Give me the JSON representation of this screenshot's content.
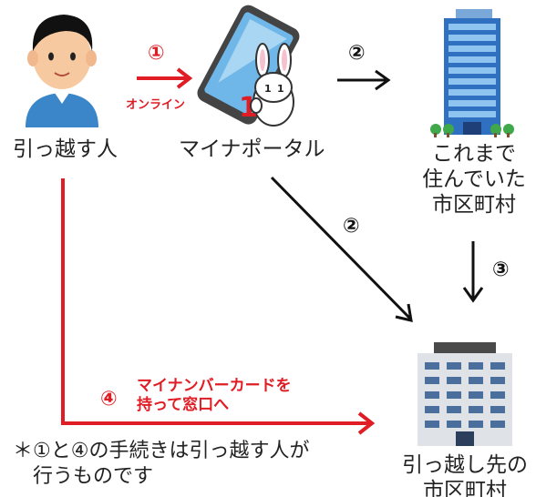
{
  "person": {
    "label": "引っ越す人"
  },
  "portal": {
    "label": "マイナポータル"
  },
  "old_city": {
    "lines": [
      "これまで",
      "住んでいた",
      "市区町村"
    ]
  },
  "new_city": {
    "lines": [
      "引っ越し先の",
      "市区町村"
    ]
  },
  "steps": {
    "s1": {
      "num": "①",
      "caption": "オンライン"
    },
    "s2a": {
      "num": "②"
    },
    "s2b": {
      "num": "②"
    },
    "s3": {
      "num": "③"
    },
    "s4": {
      "num": "④",
      "lines": [
        "マイナンバーカードを",
        "持って窓口へ"
      ]
    }
  },
  "footnote": {
    "lines": [
      "＊①と④の手続きは引っ越す人が",
      "行うものです"
    ]
  },
  "colors": {
    "accent_red": "#e01c24",
    "arrow_black": "#111111"
  },
  "icons": {
    "person": "person-icon",
    "phone_mascot": "smartphone-mascot-icon",
    "old_building": "office-building-icon",
    "new_building": "city-hall-icon"
  }
}
